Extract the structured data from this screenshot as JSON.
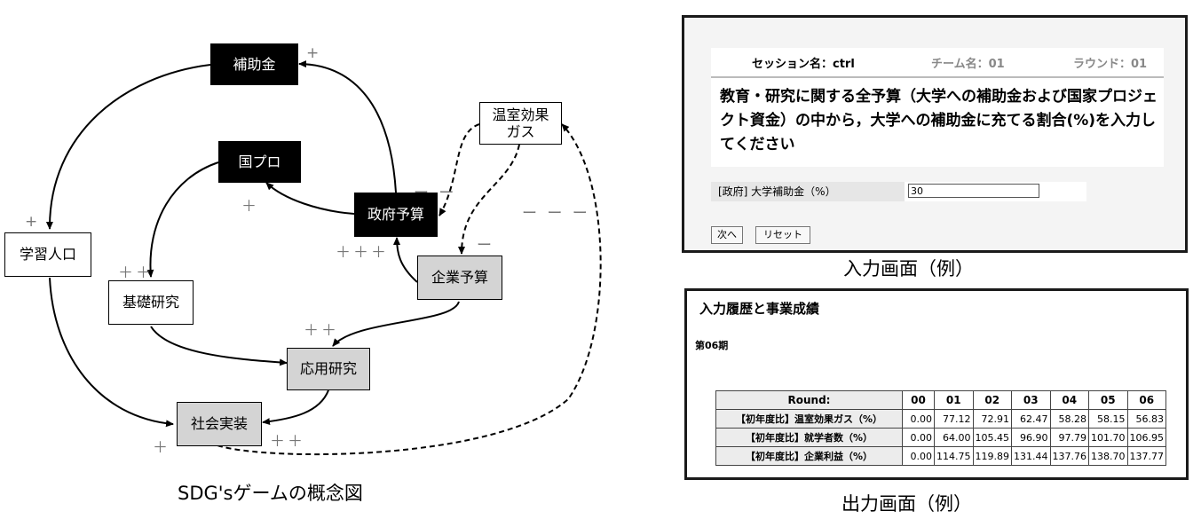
{
  "diagram": {
    "caption": "SDG'sゲームの概念図",
    "nodes": {
      "subsidy": "補助金",
      "national_project": "国プロ",
      "ghg": "温室効果\nガス",
      "gov_budget": "政府予算",
      "learning_population": "学習人口",
      "basic_research": "基礎研究",
      "corporate_budget": "企業予算",
      "applied_research": "応用研究",
      "social_implementation": "社会実装"
    },
    "signs": {
      "s1": "+",
      "s2": "+",
      "s3": "＋",
      "s4": "＋＋",
      "s5": "＋＋＋",
      "s6": "ー ー",
      "s7": "ー",
      "s8": "ー ー ー",
      "s9": "＋＋",
      "s10": "＋",
      "s11": "＋＋"
    }
  },
  "input_screen": {
    "caption": "入力画面（例）",
    "session": "セッション名：ctrl",
    "team": "チーム名：01",
    "round": "ラウンド：01",
    "question": "教育・研究に関する全予算（大学への補助金および国家プロジェクト資金）の中から，大学への補助金に充てる割合(%)を入力してください",
    "field_label": "[政府] 大学補助金（%）",
    "field_value": "30",
    "next_button": "次へ",
    "reset_button": "リセット"
  },
  "output_screen": {
    "caption": "出力画面（例）",
    "title": "入力履歴と事業成績",
    "period": "第06期",
    "table": {
      "header": [
        "Round:",
        "00",
        "01",
        "02",
        "03",
        "04",
        "05",
        "06"
      ],
      "rows": [
        [
          "【初年度比】温室効果ガス（%）",
          "0.00",
          "77.12",
          "72.91",
          "62.47",
          "58.28",
          "58.15",
          "56.83"
        ],
        [
          "【初年度比】就学者数（%）",
          "0.00",
          "64.00",
          "105.45",
          "96.90",
          "97.79",
          "101.70",
          "106.95"
        ],
        [
          "【初年度比】企業利益（%）",
          "0.00",
          "114.75",
          "119.89",
          "131.44",
          "137.76",
          "138.70",
          "137.77"
        ]
      ]
    }
  }
}
